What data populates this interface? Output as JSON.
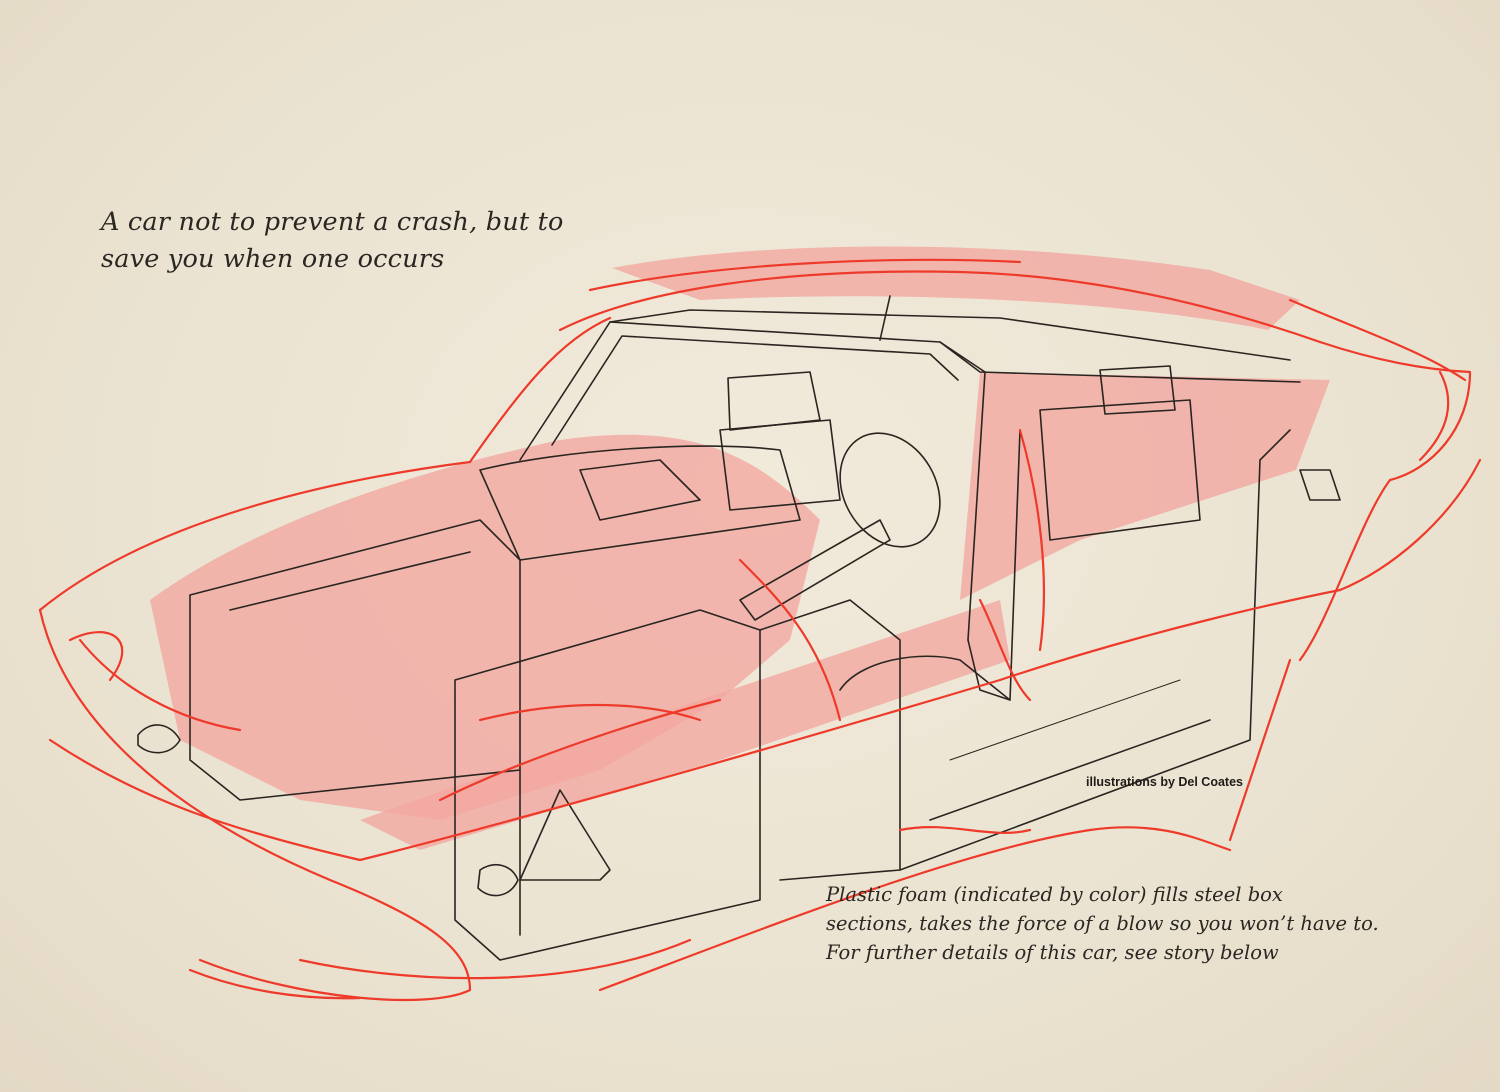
{
  "headline": {
    "line1": "A car not to prevent a crash, but to",
    "line2": "save you when one occurs"
  },
  "credit": "illustrations by Del Coates",
  "caption": {
    "line1": "Plastic foam (indicated by color) fills steel box",
    "line2": "sections, takes the force of a blow so you won’t have to.",
    "line3": "For further details of this car, see story below"
  },
  "colors": {
    "paper": "#ece4d3",
    "foam": "#f2a6a0",
    "outline_red": "#ee3a2a",
    "ink": "#2a2520"
  }
}
